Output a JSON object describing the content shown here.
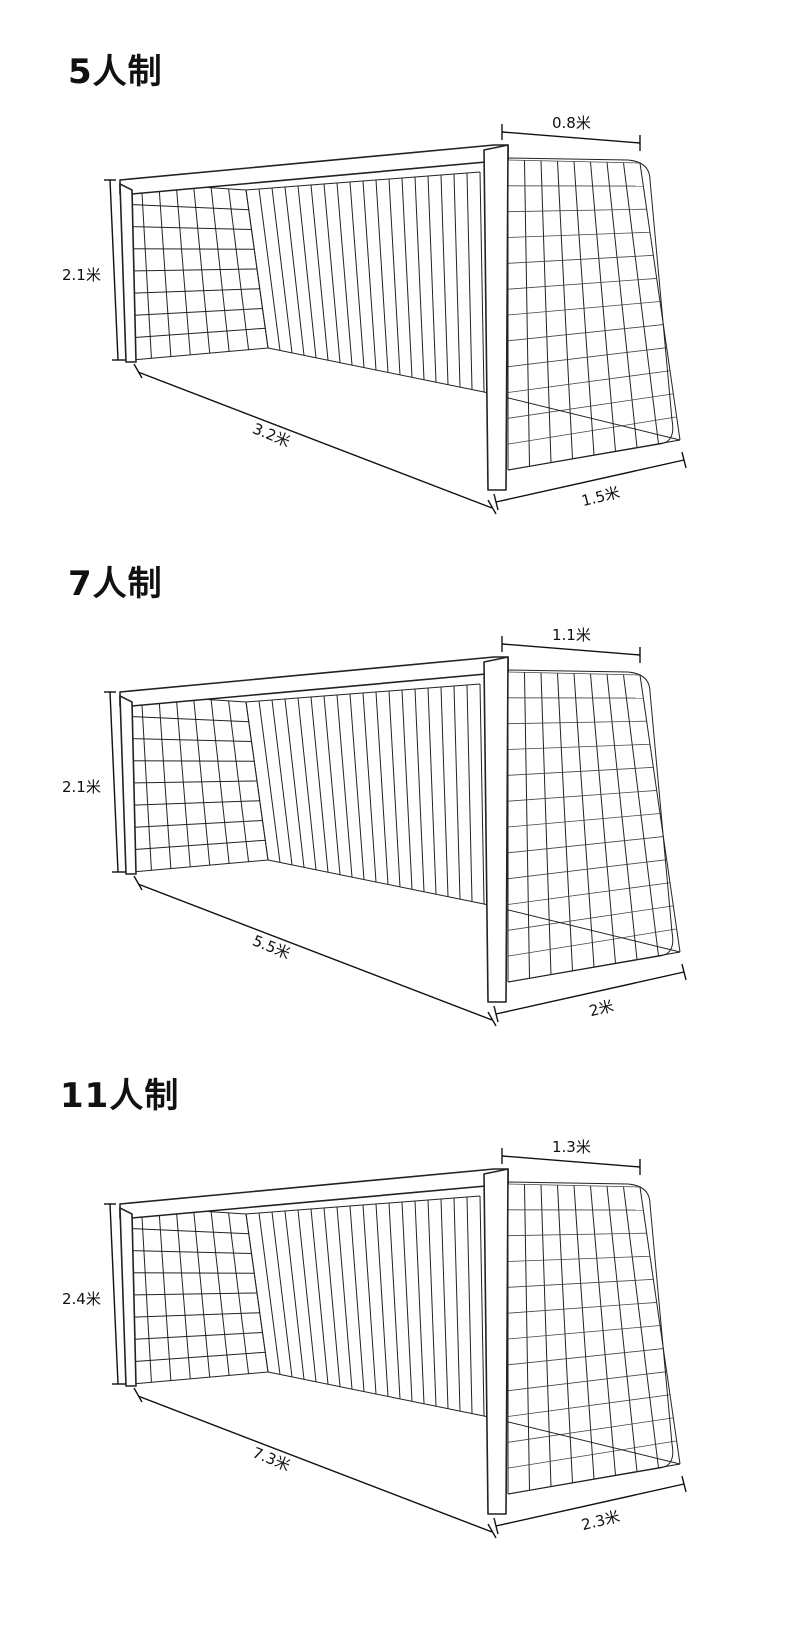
{
  "goals": [
    {
      "title": "5人制",
      "height": "2.1米",
      "width": "3.2米",
      "depth_top": "0.8米",
      "depth_bottom": "1.5米"
    },
    {
      "title": "7人制",
      "height": "2.1米",
      "width": "5.5米",
      "depth_top": "1.1米",
      "depth_bottom": "2米"
    },
    {
      "title": "11人制",
      "height": "2.4米",
      "width": "7.3米",
      "depth_top": "1.3米",
      "depth_bottom": "2.3米"
    }
  ],
  "icons": {
    "goal": "soccer-goal-net-line-drawing"
  },
  "colors": {
    "line": "#222222",
    "background": "#ffffff"
  }
}
